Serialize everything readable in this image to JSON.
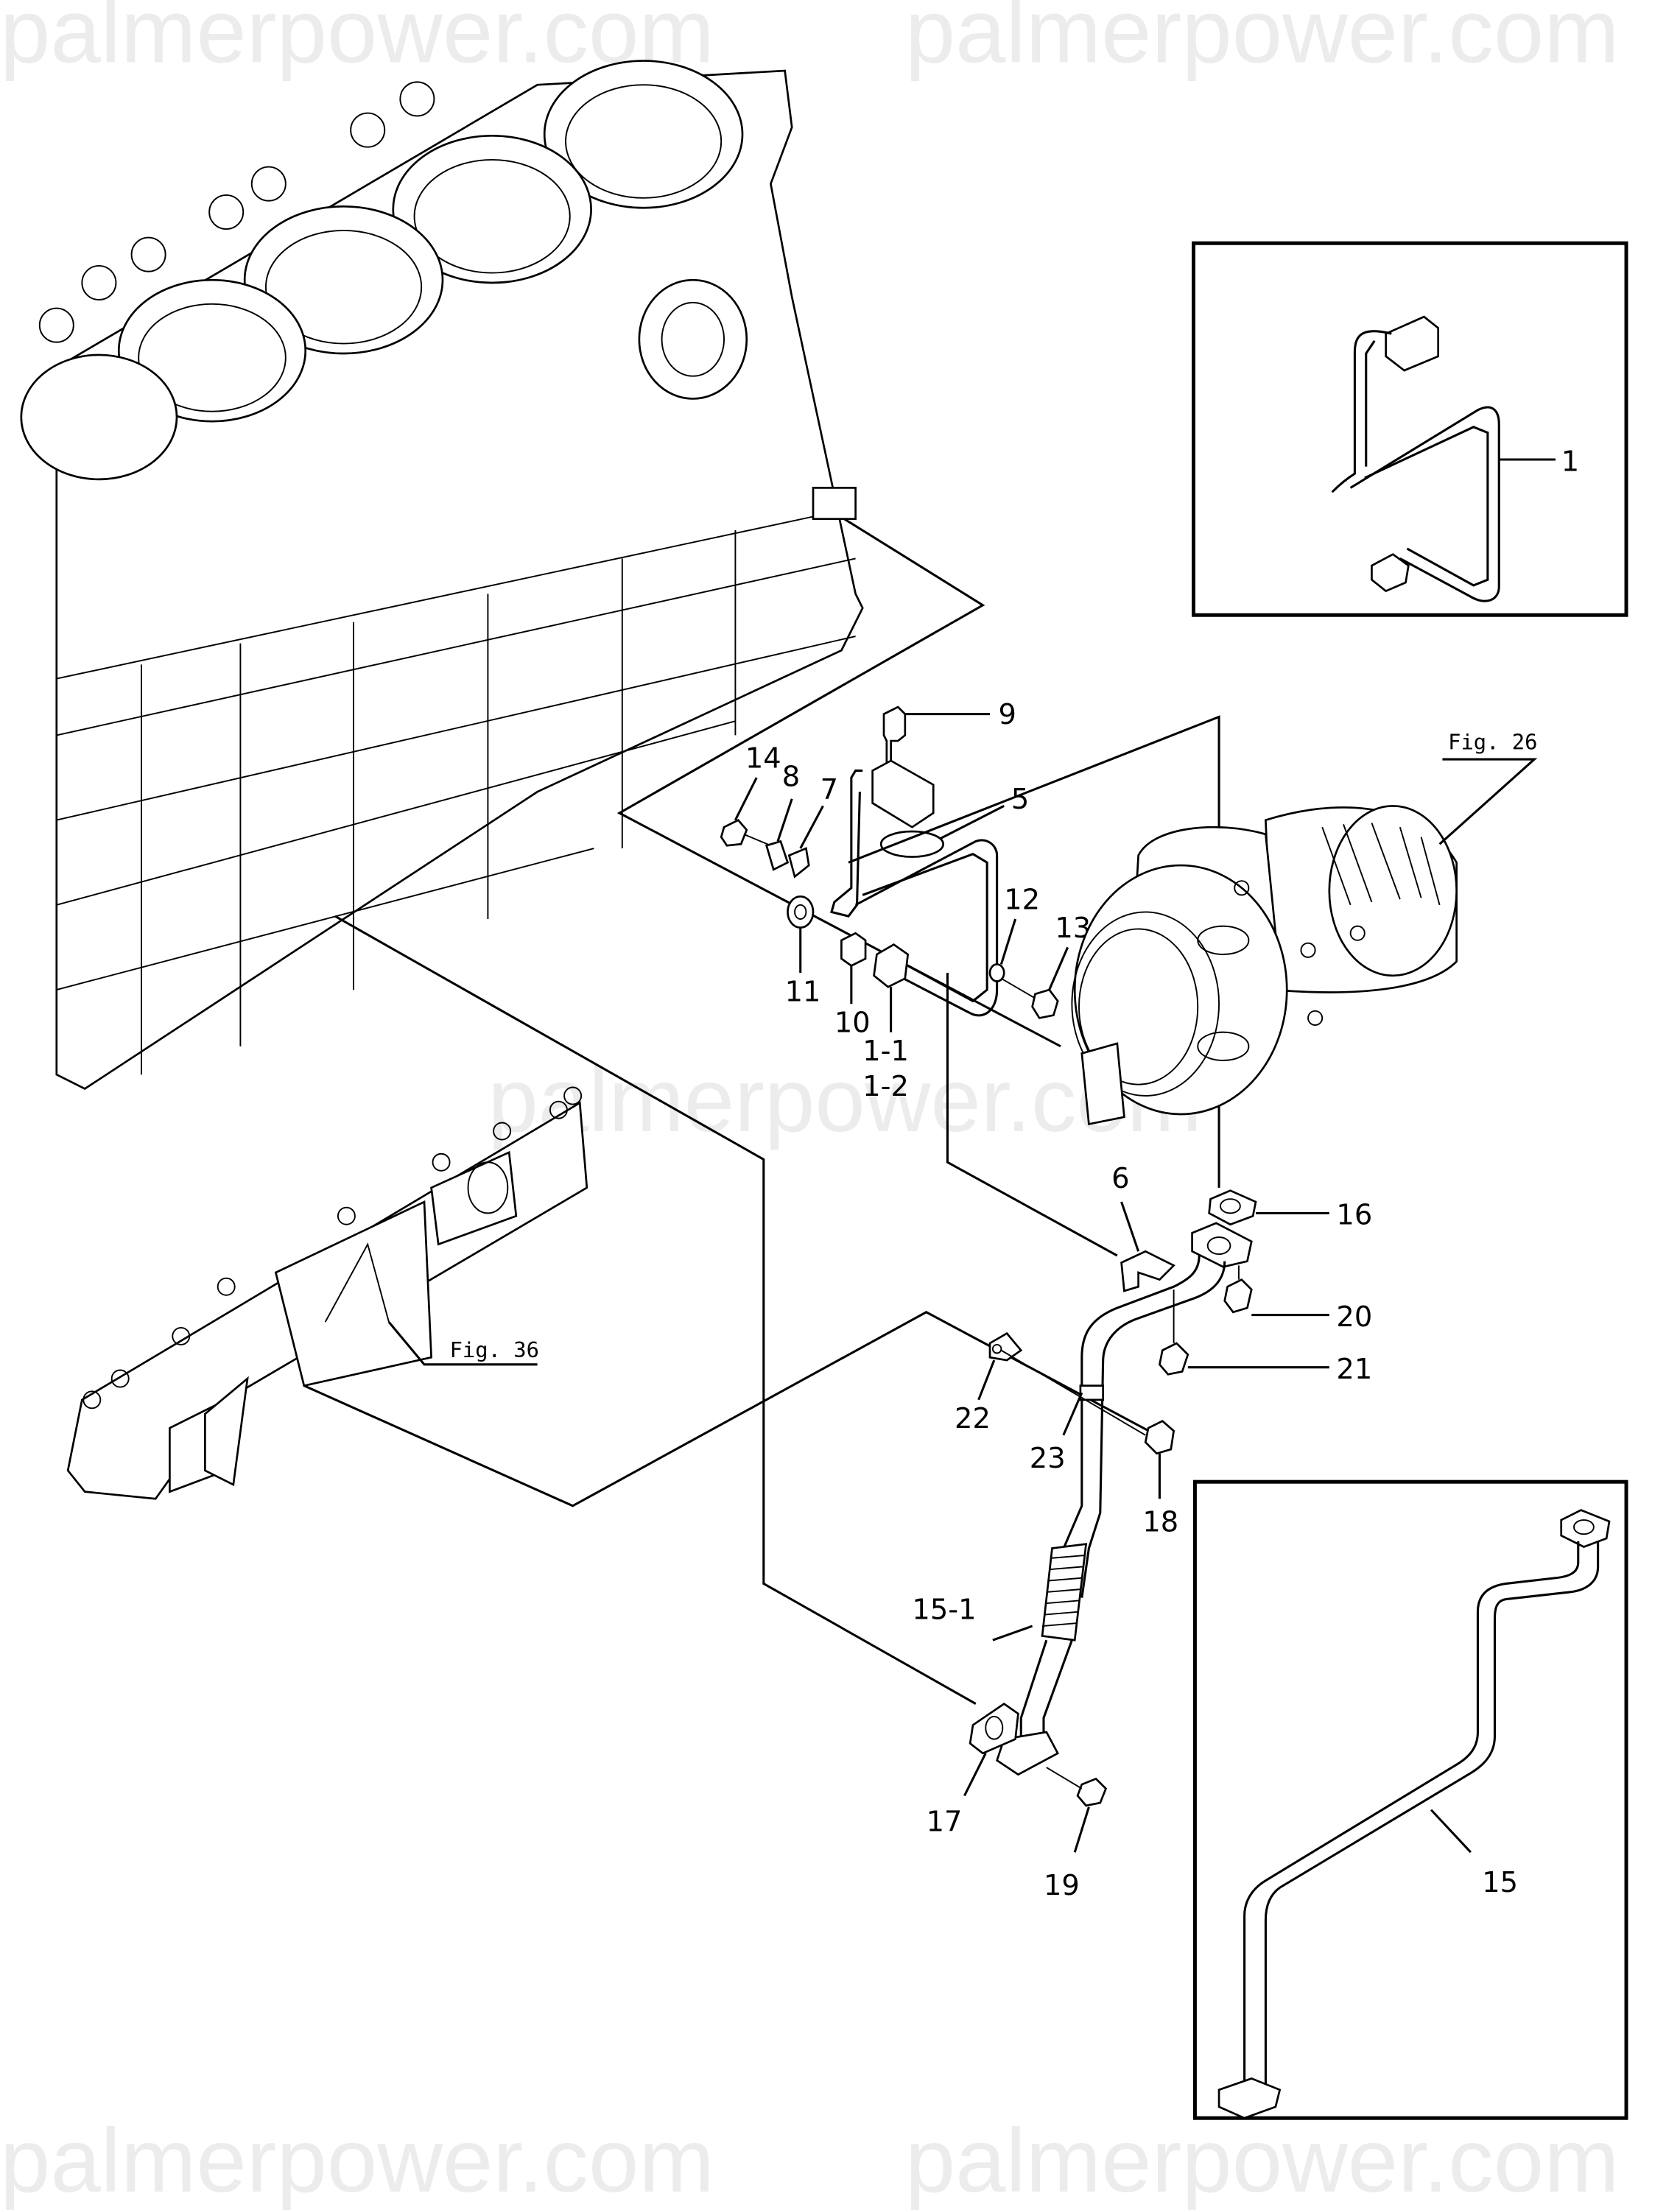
{
  "watermark": {
    "text": "palmerpower.com",
    "color": "#ececec"
  },
  "figure_refs": {
    "fig26": "Fig. 26",
    "fig36": "Fig. 36"
  },
  "callouts": {
    "p1": "1",
    "p1_1": "1-1",
    "p1_2": "1-2",
    "p5": "5",
    "p6": "6",
    "p7": "7",
    "p8": "8",
    "p9": "9",
    "p10": "10",
    "p11": "11",
    "p12": "12",
    "p13": "13",
    "p14": "14",
    "p15": "15",
    "p15_1": "15-1",
    "p16": "16",
    "p17": "17",
    "p18": "18",
    "p19": "19",
    "p20": "20",
    "p21": "21",
    "p22": "22",
    "p23": "23"
  },
  "components": {
    "engine_block": "cylinder block",
    "turbocharger": "turbocharger",
    "exhaust_manifold": "exhaust manifold",
    "inset_oil_feed_pipe": "oil feed pipe (part 1)",
    "inset_oil_return_pipe": "oil return pipe (part 15)"
  },
  "colors": {
    "line": "#000000",
    "background": "#ffffff"
  }
}
